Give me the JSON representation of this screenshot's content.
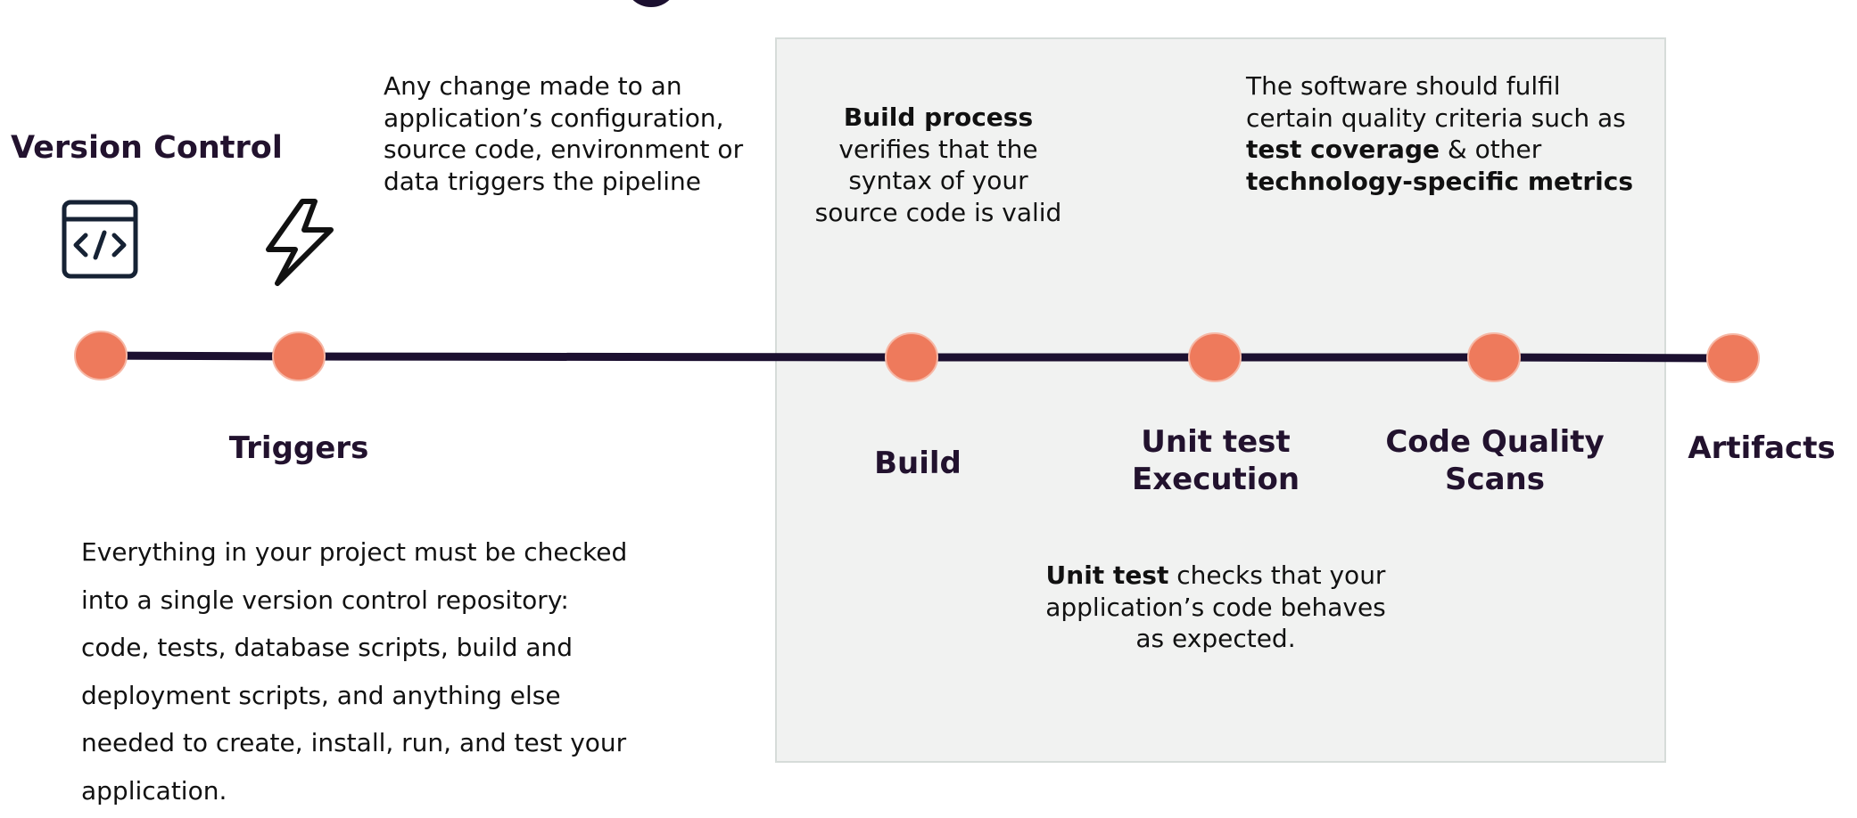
{
  "colors": {
    "node": "#ee7a5c",
    "line": "#1c1030",
    "panel": "#f1f2f1",
    "heading": "#22122e"
  },
  "version_control": {
    "title": "Version Control",
    "icon": "code-window-icon",
    "description": "Everything in your project must be checked into a single version control repository: code, tests, database scripts, build and deployment scripts, and anything else needed to create, install, run, and test your application."
  },
  "triggers": {
    "label": "Triggers",
    "icon": "lightning-bolt-icon",
    "description": [
      "Any change made to an",
      "application’s configuration,",
      "source code, environment or",
      "data triggers the pipeline"
    ]
  },
  "build": {
    "label": "Build",
    "desc_bold": "Build process",
    "description": [
      "verifies that the",
      "syntax of your",
      "source code is valid"
    ]
  },
  "unit_test": {
    "label_line1": "Unit test",
    "label_line2": "Execution",
    "desc_bold": "Unit test",
    "desc_line1_rest": " checks that your",
    "desc_line2": "application’s code behaves",
    "desc_line3": "as expected."
  },
  "code_quality": {
    "label_line1": "Code Quality",
    "label_line2": "Scans",
    "desc_line1": "The software should fulfil",
    "desc_line2": "certain quality criteria such as",
    "desc_bold1": "test coverage",
    "desc_line3_rest": " & other",
    "desc_bold2": "technology-specific metrics"
  },
  "artifacts": {
    "label": "Artifacts"
  }
}
